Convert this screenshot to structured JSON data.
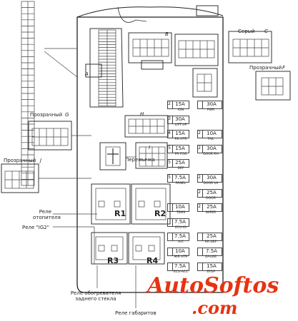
{
  "labels": {
    "seryi": "Серый",
    "prozrachnyi_tr": "Прозрачный",
    "prozrachnyi_l1": "Прозрачный",
    "prozrachnyi_l2": "Прозрачный",
    "peremychka": "Перемычка",
    "rele_otopitelya": "Реле\nотопителя",
    "rele_ig2": "Реле \"IG2\"",
    "rele_obogrevatelya": "Реле обогревателя\nзаднего стекла",
    "rele_gabaritov": "Реле габаритов"
  },
  "connectors": {
    "A": "A",
    "B": "B",
    "C": "C",
    "F": "F",
    "G": "G",
    "H": "H",
    "I": "I",
    "J": "J"
  },
  "relays": [
    "R1",
    "R2",
    "R3",
    "R4"
  ],
  "fuses": [
    {
      "row": 0,
      "left_no": "2",
      "left_amp": "15A",
      "left_name": "IGN",
      "right_no": "",
      "right_amp": "30A",
      "right_name": "PWR"
    },
    {
      "row": 1,
      "left_no": "3",
      "left_amp": "30A",
      "left_name": "LIFT UP",
      "right_no": "",
      "right_amp": "",
      "right_name": ""
    },
    {
      "row": 2,
      "left_no": "4",
      "left_amp": "15A",
      "left_name": "RR HTR",
      "right_no": "2",
      "right_amp": "10A",
      "right_name": "TAIL"
    },
    {
      "row": 3,
      "left_no": "5",
      "left_amp": "15A",
      "left_name": "FR FOG",
      "right_no": "2",
      "right_amp": "30A",
      "right_name": "DOOR RH"
    },
    {
      "row": 4,
      "left_no": "5",
      "left_amp": "25A",
      "left_name": "DEF",
      "right_no": "",
      "right_amp": "",
      "right_name": ""
    },
    {
      "row": 5,
      "left_no": "5",
      "left_amp": "7.5A",
      "left_name": "PANEL",
      "right_no": "2",
      "right_amp": "30A",
      "right_name": "DOOR LH"
    },
    {
      "row": 6,
      "left_no": "",
      "left_amp": "",
      "left_name": "",
      "right_no": "2",
      "right_amp": "25A",
      "right_name": "DOOR"
    },
    {
      "row": 7,
      "left_no": "",
      "left_amp": "10A",
      "left_name": "TEMS",
      "right_no": "2",
      "right_amp": "25A",
      "right_name": "WIPER"
    },
    {
      "row": 8,
      "left_no": "",
      "left_amp": "7.5A",
      "left_name": "ECU-IG",
      "right_no": "",
      "right_amp": "",
      "right_name": ""
    },
    {
      "row": 9,
      "left_no": "",
      "left_amp": "7.5A",
      "left_name": "A/C",
      "right_no": "",
      "right_amp": "25A",
      "right_name": "RR DEF"
    },
    {
      "row": 10,
      "left_no": "",
      "left_amp": "10A",
      "left_name": "MIR HTR",
      "right_no": "",
      "right_amp": "7.5A",
      "right_name": "GAUGE"
    },
    {
      "row": 11,
      "left_no": "",
      "left_amp": "7.5A",
      "left_name": "ECU-ACC",
      "right_no": "",
      "right_amp": "15A",
      "right_name": "STOP"
    }
  ],
  "watermark": {
    "line1": "AutoSoftos",
    "line2": ".com",
    "color": "#e63312"
  }
}
